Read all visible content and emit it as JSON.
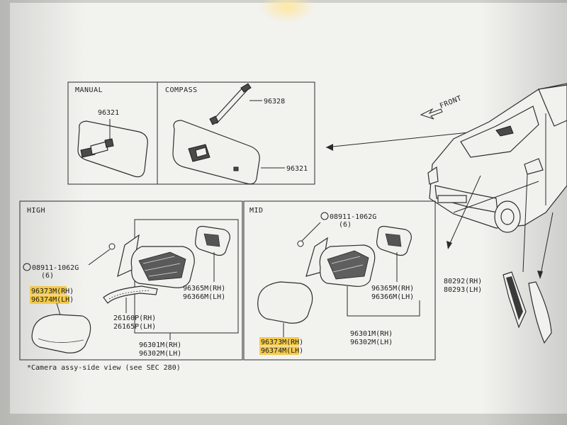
{
  "sections": {
    "manual": "MANUAL",
    "compass": "COMPASS",
    "high": "HIGH",
    "mid": "MID"
  },
  "labels": {
    "front": "FRONT",
    "manual_mirror": "96321",
    "compass_bracket": "96328",
    "compass_mirror": "96321",
    "high_bolt": "08911-1062G",
    "high_bolt_qty": "(6)",
    "high_cover_rh": "96373M(RH)",
    "high_cover_lh": "96374M(LH)",
    "high_glass_rh": "96365M(RH)",
    "high_glass_lh": "96366M(LH)",
    "high_lamp_rh": "26160P(RH)",
    "high_lamp_lh": "26165P(LH)",
    "high_assy_rh": "96301M(RH)",
    "high_assy_lh": "96302M(LH)",
    "mid_bolt": "08911-1062G",
    "mid_bolt_qty": "(6)",
    "mid_glass_rh": "96365M(RH)",
    "mid_glass_lh": "96366M(LH)",
    "mid_assy_rh": "96301M(RH)",
    "mid_assy_lh": "96302M(LH)",
    "mid_cover_rh": "96373M(RH)",
    "mid_cover_lh": "96374M(LH)",
    "finisher_rh": "80292(RH)",
    "finisher_lh": "80293(LH)"
  },
  "footnote": "*Camera assy-side view (see SEC 280)",
  "colors": {
    "paper": "#f3f3f0",
    "highlight": "#f4c430",
    "ink": "#1e1e1e"
  }
}
